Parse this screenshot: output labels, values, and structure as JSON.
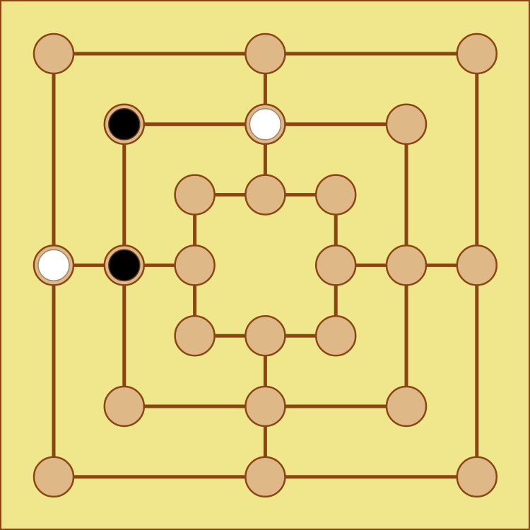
{
  "colors": {
    "background": "#F0E68C",
    "line": "#8B4513",
    "spot": "#DEB887",
    "black_piece": "#000000",
    "white_piece": "#FFFFFF"
  },
  "board": {
    "rings": [
      {
        "name": "outer",
        "points": [
          "empty",
          "empty",
          "empty",
          "empty",
          "empty",
          "empty",
          "empty",
          "white"
        ]
      },
      {
        "name": "middle",
        "points": [
          "black",
          "white",
          "empty",
          "empty",
          "empty",
          "empty",
          "empty",
          "black"
        ]
      },
      {
        "name": "inner",
        "points": [
          "empty",
          "empty",
          "empty",
          "empty",
          "empty",
          "empty",
          "empty",
          "empty"
        ]
      }
    ]
  }
}
